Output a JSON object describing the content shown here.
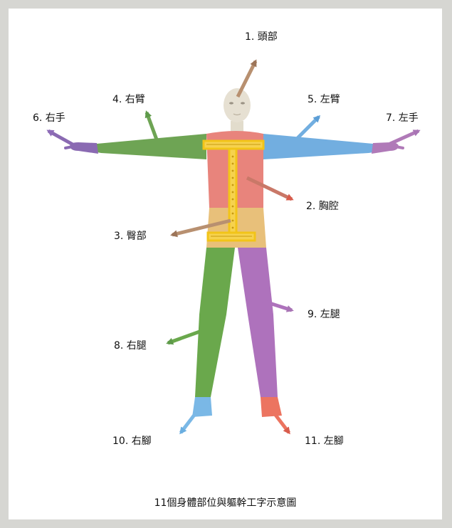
{
  "labels": {
    "head": "1. 頭部",
    "chest": "2. 胸腔",
    "hip": "3. 臀部",
    "right_arm": "4. 右臂",
    "left_arm": "5. 左臂",
    "right_hand": "6. 右手",
    "left_hand": "7. 左手",
    "right_leg": "8. 右腿",
    "left_leg": "9. 左腿",
    "right_foot": "10. 右腳",
    "left_foot": "11. 左腳"
  },
  "caption": "11個身體部位與軀幹工字示意圖",
  "colors": {
    "background": "#d6d6d2",
    "head": "#e6e0d2",
    "chest": "#e8847c",
    "hip": "#e8c07a",
    "right_arm": "#6ea454",
    "left_arm": "#72aee0",
    "right_hand": "#8a6ab2",
    "left_hand": "#b07ab8",
    "right_leg": "#6aa84c",
    "left_leg": "#ae72bc",
    "right_foot": "#7ab8e6",
    "left_foot": "#ec7460",
    "arrow": "#b89070",
    "i_frame": "#f2c418"
  }
}
